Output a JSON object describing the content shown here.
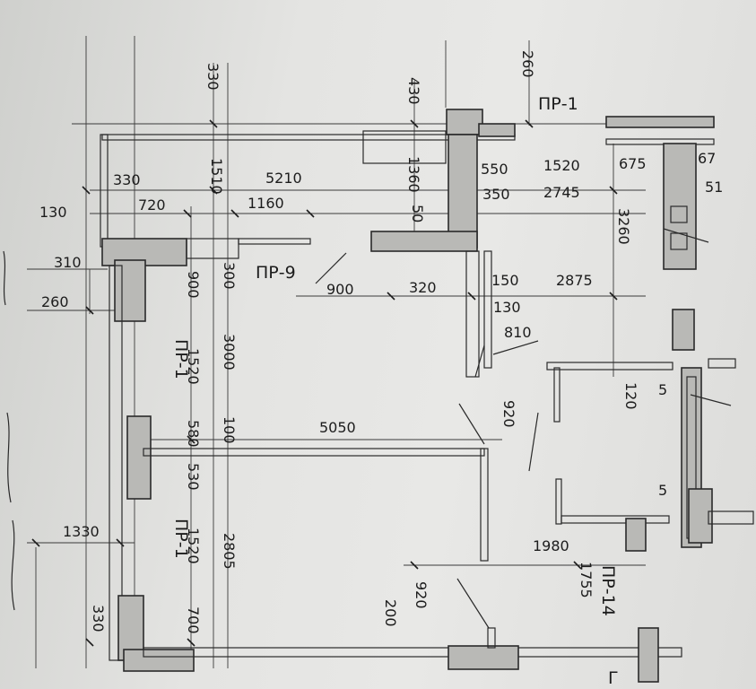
{
  "labels": {
    "pr1_top": "ПР-1",
    "pr9": "ПР-9",
    "pr1_left_a": "ПР-1",
    "pr1_left_b": "ПР-1",
    "pr14": "ПР-14",
    "corner_g": "Г"
  },
  "dims": {
    "d330_top": "330",
    "d430": "430",
    "d260_top": "260",
    "d330_b": "330",
    "d1510": "1510",
    "d5210": "5210",
    "d1360": "1360",
    "d550": "550",
    "d1520_top": "1520",
    "d675": "675",
    "d67": "67",
    "d130_left": "130",
    "d720": "720",
    "d1160": "1160",
    "d350": "350",
    "d2745": "2745",
    "d51": "51",
    "d50": "50",
    "d3260": "3260",
    "d310": "310",
    "d300": "300",
    "d900_v": "900",
    "d900_h": "900",
    "d320": "320",
    "d150": "150",
    "d2875": "2875",
    "d260_left": "260",
    "d130_mid": "130",
    "d810": "810",
    "d1520_v1": "1520",
    "d3000": "3000",
    "d5": "5",
    "d120": "120",
    "d920_a": "920",
    "d580": "580",
    "d100": "100",
    "d5050": "5050",
    "d530": "530",
    "d5_b": "5",
    "d1330": "1330",
    "d1520_v2": "1520",
    "d2805": "2805",
    "d1980": "1980",
    "d1755": "1755",
    "d920_b": "920",
    "d200": "200",
    "d330_c": "330",
    "d700": "700"
  }
}
